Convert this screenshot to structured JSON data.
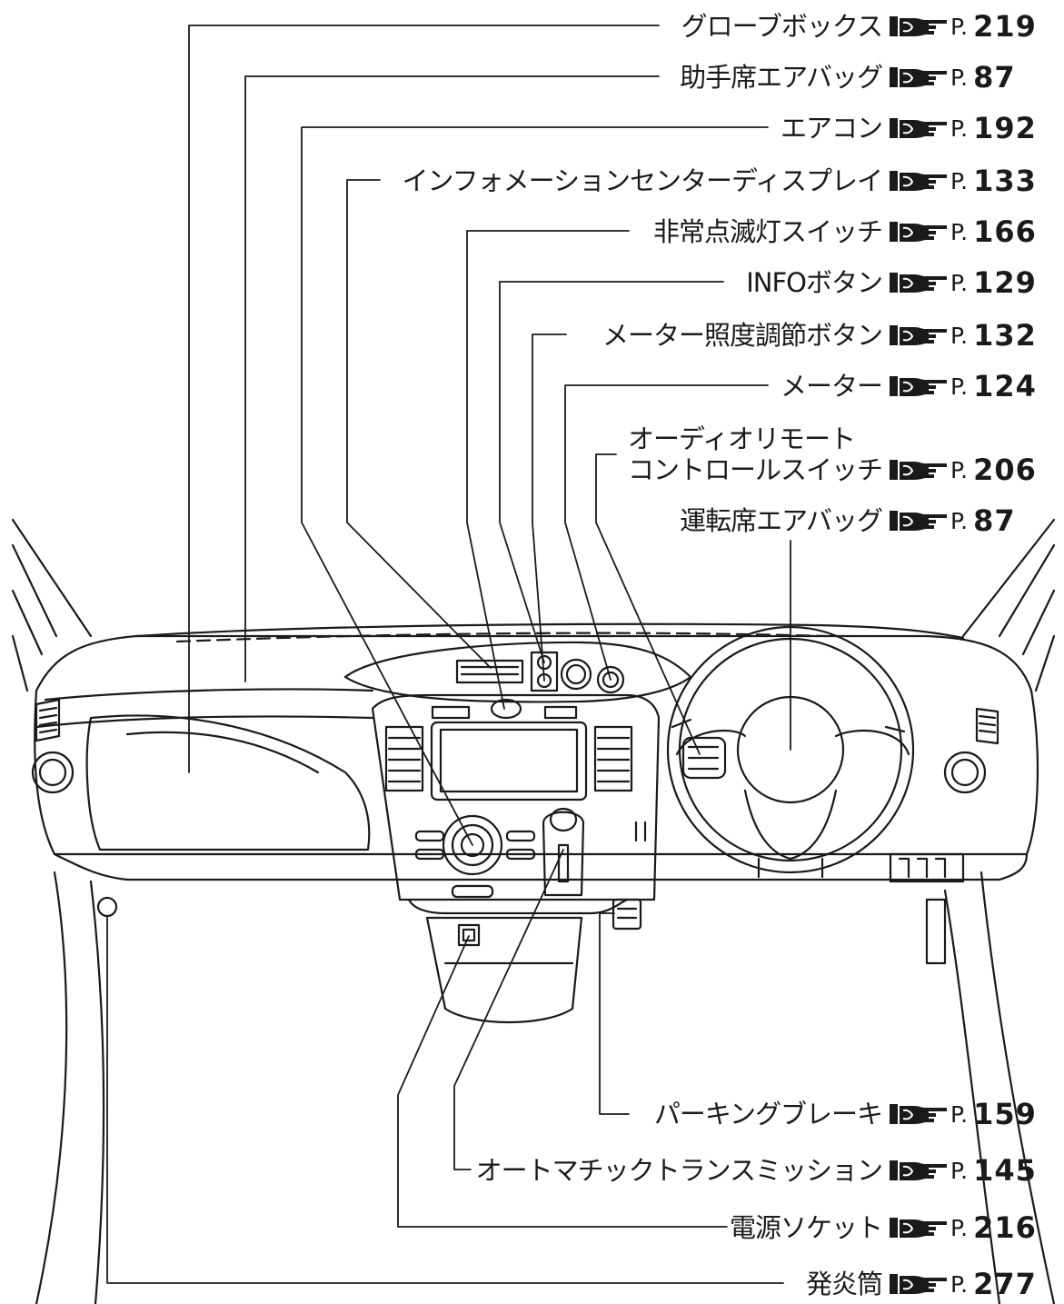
{
  "callouts": [
    {
      "label": "グローブボックス",
      "ref_prefix": "P.",
      "page": "219"
    },
    {
      "label": "助手席エアバッグ",
      "ref_prefix": "P.",
      "page": "87"
    },
    {
      "label": "エアコン",
      "ref_prefix": "P.",
      "page": "192"
    },
    {
      "label": "インフォメーションセンターディスプレイ",
      "ref_prefix": "P.",
      "page": "133"
    },
    {
      "label": "非常点滅灯スイッチ",
      "ref_prefix": "P.",
      "page": "166"
    },
    {
      "label": "INFOボタン",
      "ref_prefix": "P.",
      "page": "129"
    },
    {
      "label": "メーター照度調節ボタン",
      "ref_prefix": "P.",
      "page": "132"
    },
    {
      "label": "メーター",
      "ref_prefix": "P.",
      "page": "124"
    },
    {
      "label_line1": "オーディオリモート",
      "label": "コントロールスイッチ",
      "ref_prefix": "P.",
      "page": "206"
    },
    {
      "label": "運転席エアバッグ",
      "ref_prefix": "P.",
      "page": "87"
    },
    {
      "label": "パーキングブレーキ",
      "ref_prefix": "P.",
      "page": "159"
    },
    {
      "label": "オートマチックトランスミッション",
      "ref_prefix": "P.",
      "page": "145"
    },
    {
      "label": "電源ソケット",
      "ref_prefix": "P.",
      "page": "216"
    },
    {
      "label": "発炎筒",
      "ref_prefix": "P.",
      "page": "277"
    }
  ],
  "colors": {
    "line": "#1a1a1a",
    "background": "#ffffff"
  },
  "icons": {
    "reference": "pointing-hand-icon"
  }
}
